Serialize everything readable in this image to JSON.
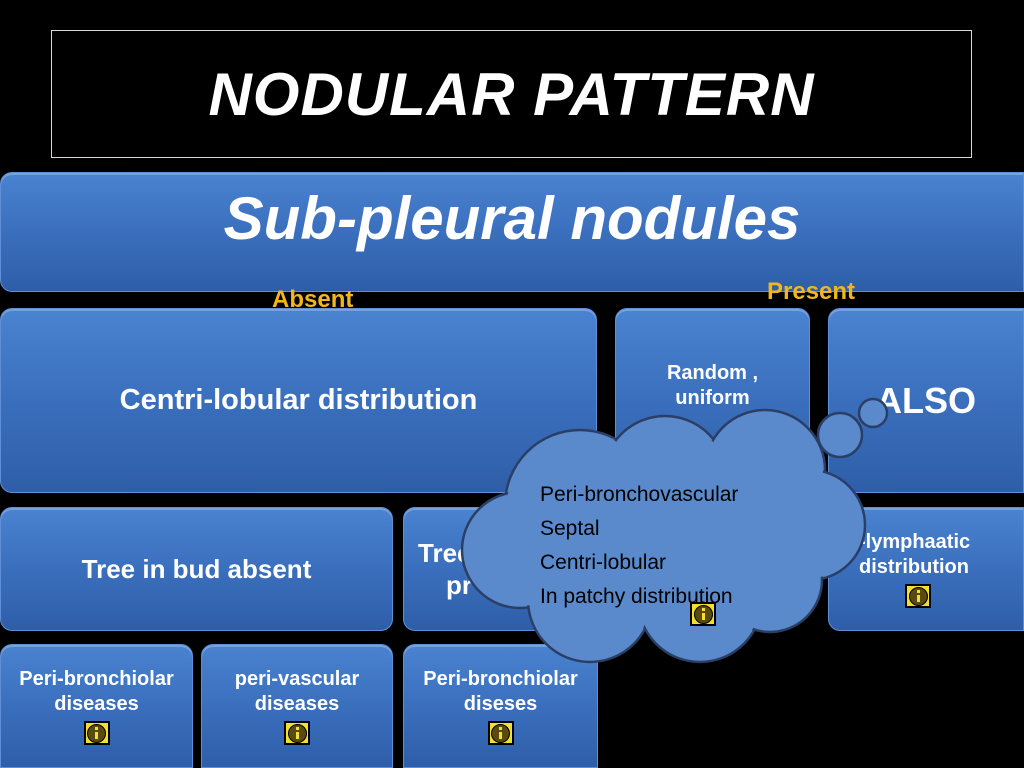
{
  "title": "NODULAR PATTERN",
  "banner": "Sub-pleural nodules",
  "labels": {
    "absent": "Absent",
    "present": "Present"
  },
  "boxes": {
    "centrilobular": "Centri-lobular distribution",
    "random_line1": "Random ,",
    "random_line2": "uniform",
    "also": "ALSO",
    "tree_absent": "Tree in bud absent",
    "tree_present_line1": "Tree",
    "tree_present_line2": "pr",
    "perilymphatic_line1": "-lymphaatic",
    "perilymphatic_line2": "distribution",
    "peri_bronchiolar_line1": "Peri-bronchiolar",
    "peri_bronchiolar_line2": "diseases",
    "peri_vascular_line1": "peri-vascular",
    "peri_vascular_line2": "diseases",
    "peri_bronchiolar2_line1": "Peri-bronchiolar",
    "peri_bronchiolar2_line2": "diseses"
  },
  "cloud": {
    "lines": [
      "Peri-bronchovascular",
      "Septal",
      "Centri-lobular",
      "In patchy distribution"
    ]
  },
  "colors": {
    "box_blue": "#3a6fbd",
    "label_gold": "#f2b51c",
    "cloud_fill": "#5a8acb"
  }
}
